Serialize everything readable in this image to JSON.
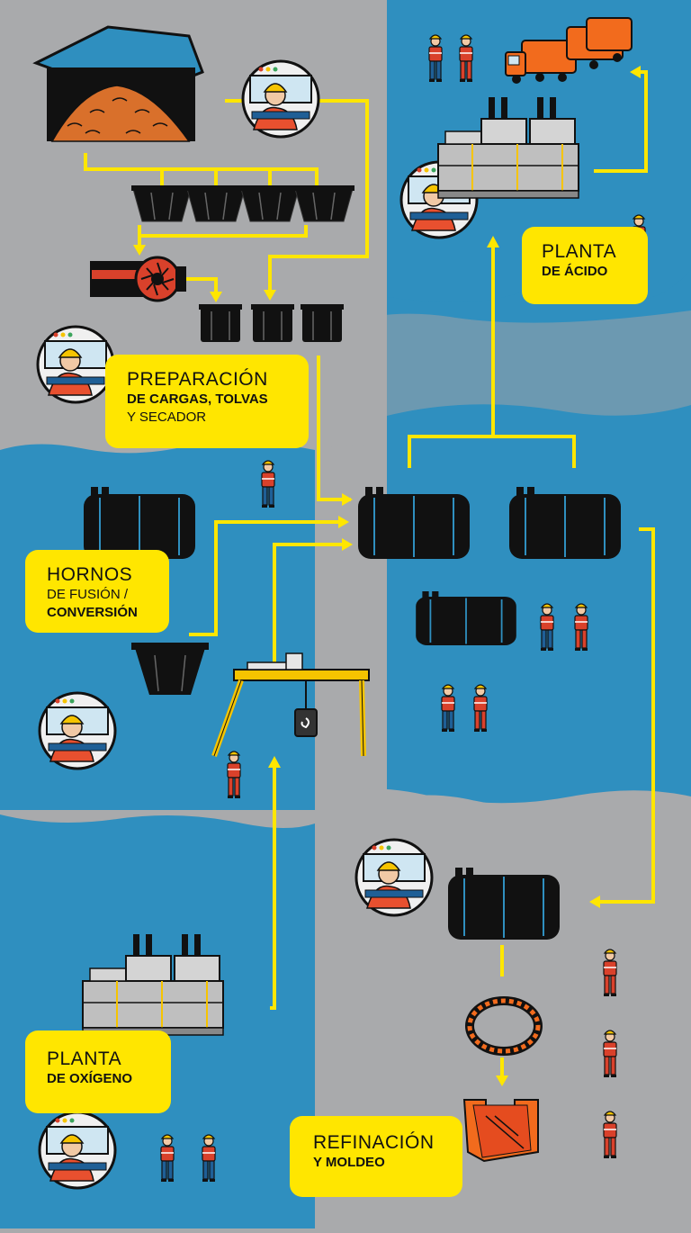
{
  "stages": {
    "preparacion": {
      "title": "PREPARACIÓN",
      "line2": "DE CARGAS, TOLVAS",
      "line3": "Y SECADOR"
    },
    "acido": {
      "title": "PLANTA",
      "line2": "DE ÁCIDO"
    },
    "hornos": {
      "title": "HORNOS",
      "line2": "DE FUSIÓN /",
      "line3": "CONVERSIÓN"
    },
    "oxigeno": {
      "title": "PLANTA",
      "line2": "DE OXÍGENO"
    },
    "refinacion": {
      "title": "REFINACIÓN",
      "line2": "Y MOLDEO"
    }
  },
  "colors": {
    "gray_zone": "#a9aaac",
    "blue_zone": "#2f8fbf",
    "flow_line": "#ffe600",
    "label_bg": "#ffe600",
    "worker_red": "#d9412b",
    "worker_blue": "#1f5f96",
    "helmet": "#f6c400",
    "truck_orange": "#f26b1d",
    "equipment_black": "#111111"
  },
  "icons": [
    "warehouse-icon",
    "hopper-icon",
    "dryer-icon",
    "furnace-icon",
    "operator-icon",
    "worker-icon",
    "crane-icon",
    "plant-icon",
    "truck-icon",
    "anode-mold-icon"
  ]
}
